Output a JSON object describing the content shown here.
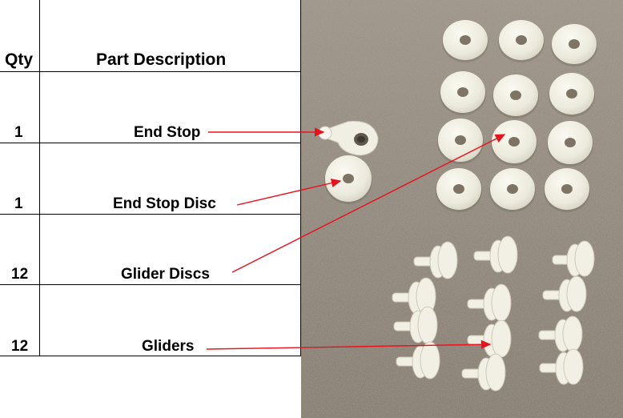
{
  "table": {
    "headers": {
      "qty": "Qty",
      "description": "Part Description"
    },
    "rows": [
      {
        "qty": "1",
        "description": "End Stop"
      },
      {
        "qty": "1",
        "description": "End Stop Disc"
      },
      {
        "qty": "12",
        "description": "Glider Discs"
      },
      {
        "qty": "12",
        "description": "Gliders"
      }
    ]
  },
  "colors": {
    "grid": "#000000",
    "arrow": "#e8121c",
    "cardboard": "#8f8577",
    "plastic": "#f3f1e4"
  }
}
